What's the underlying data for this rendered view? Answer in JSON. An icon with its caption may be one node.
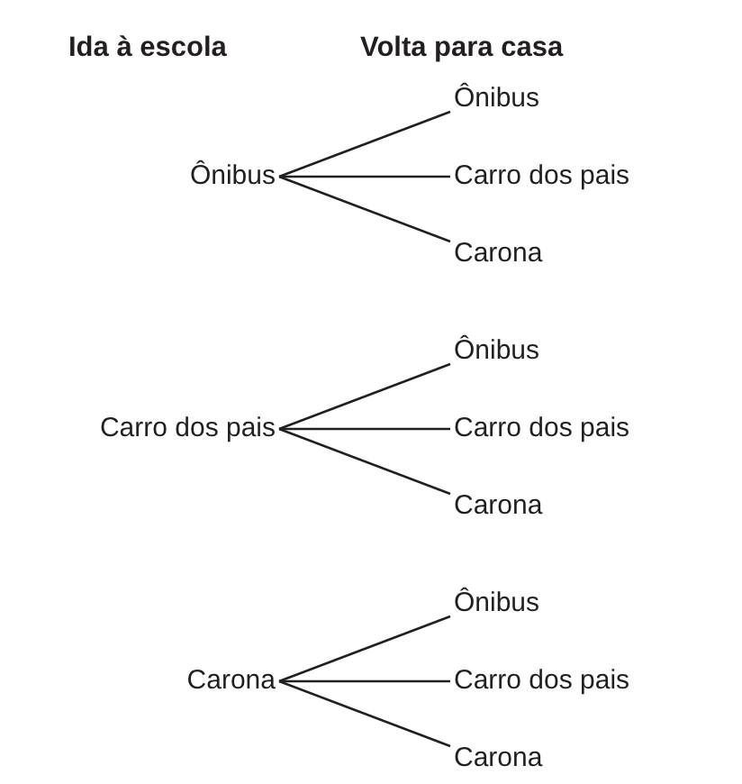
{
  "diagram": {
    "nodes": [
      {
        "text": [
          "Ônibus"
        ]
      },
      {
        "text": [
          "Ônibus"
        ]
      },
      {
        "text": [
          "Carro dos pais"
        ]
      },
      {
        "text": [
          "Carona"
        ]
      },
      {
        "text": [
          "Carro dos pais"
        ]
      },
      {
        "text": [
          "Ônibus"
        ]
      },
      {
        "text": [
          "Carro dos pais"
        ]
      },
      {
        "text": [
          "Carona"
        ]
      },
      {
        "text": [
          "Carona"
        ]
      },
      {
        "text": [
          "Ônibus"
        ]
      },
      {
        "text": [
          "Carro dos pais"
        ]
      },
      {
        "text": [
          "Carona"
        ]
      }
    ],
    "edges": [
      {
        "from": 0,
        "to": 1,
        "arrow": "none"
      },
      {
        "from": 0,
        "to": 2,
        "arrow": "none"
      },
      {
        "from": 0,
        "to": 3,
        "arrow": "none"
      },
      {
        "from": 4,
        "to": 5,
        "arrow": "none"
      },
      {
        "from": 4,
        "to": 6,
        "arrow": "none"
      },
      {
        "from": 4,
        "to": 7,
        "arrow": "none"
      },
      {
        "from": 8,
        "to": 9,
        "arrow": "none"
      },
      {
        "from": 8,
        "to": 10,
        "arrow": "none"
      },
      {
        "from": 8,
        "to": 11,
        "arrow": "none"
      }
    ],
    "labels": [
      "Ida à escola",
      "Volta para casa"
    ]
  }
}
